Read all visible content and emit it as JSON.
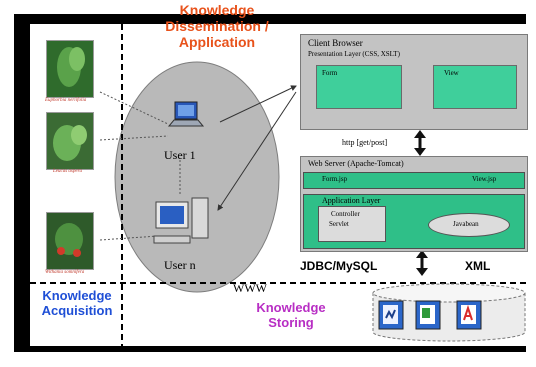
{
  "title": {
    "line1": "Knowledge",
    "line2": "Dissemination /",
    "line3": "Application"
  },
  "plants": [
    {
      "label": "Euphorbia neriifolia"
    },
    {
      "label": "Leucas aspera"
    },
    {
      "label": "Withania somnifera"
    }
  ],
  "users": {
    "user1": "User 1",
    "usern": "User n"
  },
  "client": {
    "title": "Client Browser",
    "subtitle": "Presentation Layer (CSS, XSLT)",
    "form": "Form",
    "view": "View"
  },
  "http": "http [get/post]",
  "server": {
    "title": "Web Server (Apache-Tomcat)",
    "formjsp": "Form.jsp",
    "viewjsp": "View.jsp",
    "applayer": "Application Layer",
    "controller_line1": "Controller",
    "controller_line2": "Servlet",
    "javabean": "Javabean"
  },
  "jdbc": "JDBC/MySQL",
  "xml": "XML",
  "www": "WWW",
  "acquisition": {
    "line1": "Knowledge",
    "line2": "Acquisition"
  },
  "storing": {
    "line1": "Knowledge",
    "line2": "Storing"
  },
  "colors": {
    "acquisition": "#1f4fd6",
    "dissemination": "#e8521b",
    "storing": "#b82ec4",
    "layer_green": "#3fcf9b"
  }
}
